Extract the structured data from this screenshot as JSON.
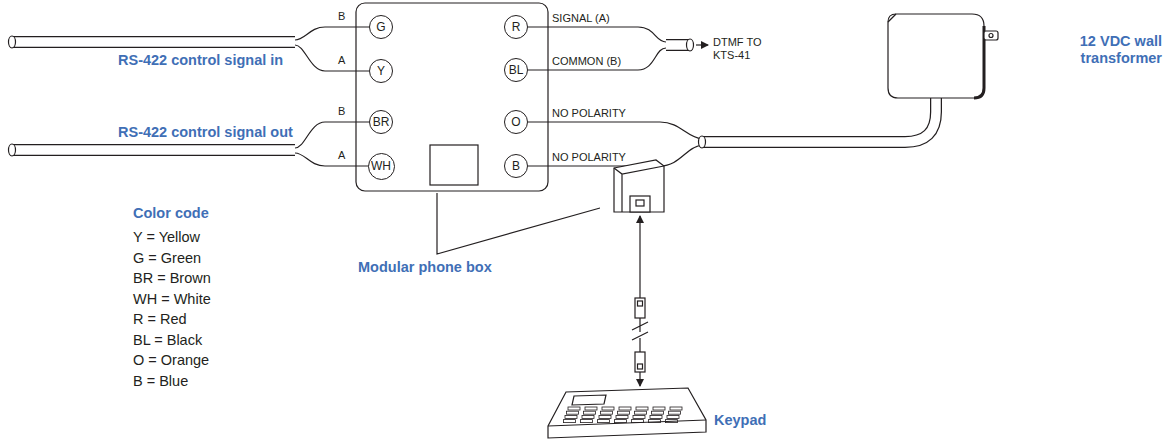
{
  "diagram": {
    "nodes": [
      {
        "text": [
          "G"
        ]
      },
      {
        "text": [
          "Y"
        ]
      },
      {
        "text": [
          "BR"
        ]
      },
      {
        "text": [
          "WH"
        ]
      },
      {
        "text": [
          "R"
        ]
      },
      {
        "text": [
          "BL"
        ]
      },
      {
        "text": [
          "O"
        ]
      },
      {
        "text": [
          "B"
        ]
      }
    ],
    "labels": [
      "RS-422 control signal in",
      "B",
      "A",
      "RS-422 control signal out",
      "B",
      "A",
      "SIGNAL (A)",
      "COMMON (B)",
      "DTMF TO KTS-41",
      "NO POLARITY",
      "NO POLARITY",
      "12 VDC wall transformer",
      "Color code",
      "Y = Yellow",
      "G = Green",
      "BR = Brown",
      "WH = White",
      "R = Red",
      "BL = Black",
      "O = Orange",
      "B = Blue",
      "Modular phone box",
      "Keypad"
    ]
  }
}
